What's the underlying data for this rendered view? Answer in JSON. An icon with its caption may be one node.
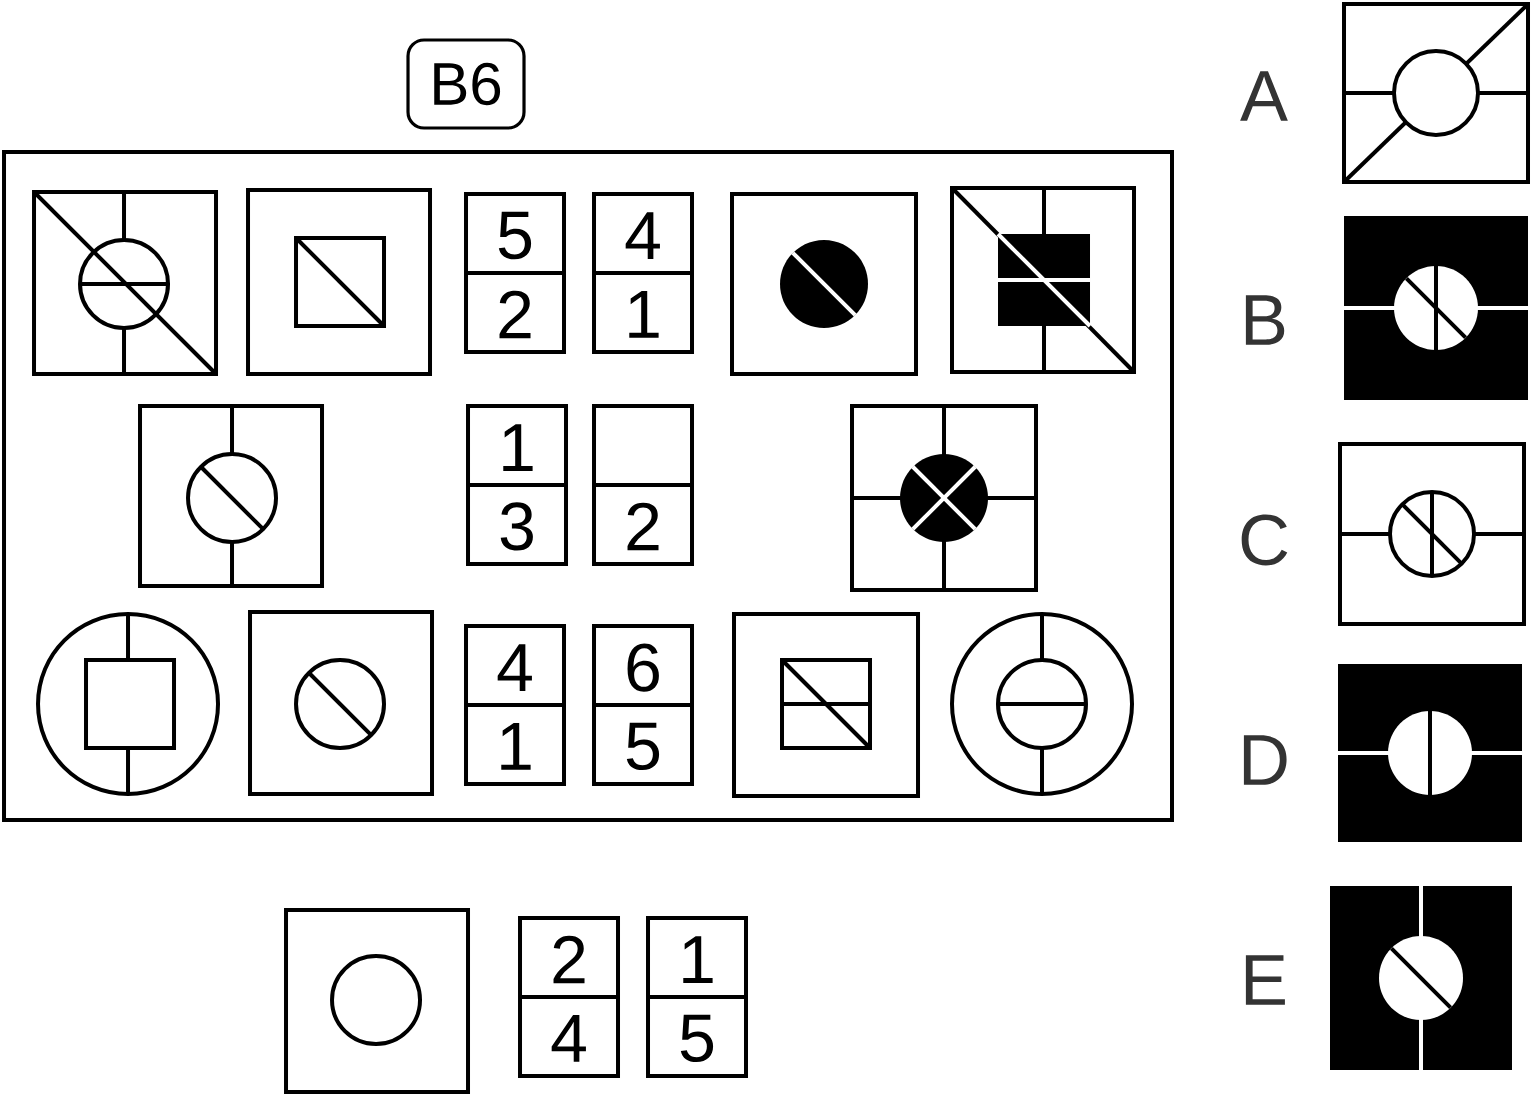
{
  "diagram": {
    "nodes": [
      {
        "text": [
          "B6"
        ]
      },
      {
        "text": [],
        "shape": "box"
      },
      {
        "text": [
          "5",
          "2"
        ],
        "in": 1
      },
      {
        "text": [
          "4",
          "1"
        ],
        "in": 1
      },
      {
        "text": [
          "1",
          "3"
        ],
        "in": 1
      },
      {
        "text": [
          "2"
        ],
        "in": 1
      },
      {
        "text": [
          "4",
          "1"
        ],
        "in": 1
      },
      {
        "text": [
          "6",
          "5"
        ],
        "in": 1
      },
      {
        "text": [
          "2",
          "4"
        ]
      },
      {
        "text": [
          "1",
          "5"
        ]
      }
    ],
    "labels": [
      "A",
      "B",
      "C",
      "D",
      "E"
    ]
  }
}
